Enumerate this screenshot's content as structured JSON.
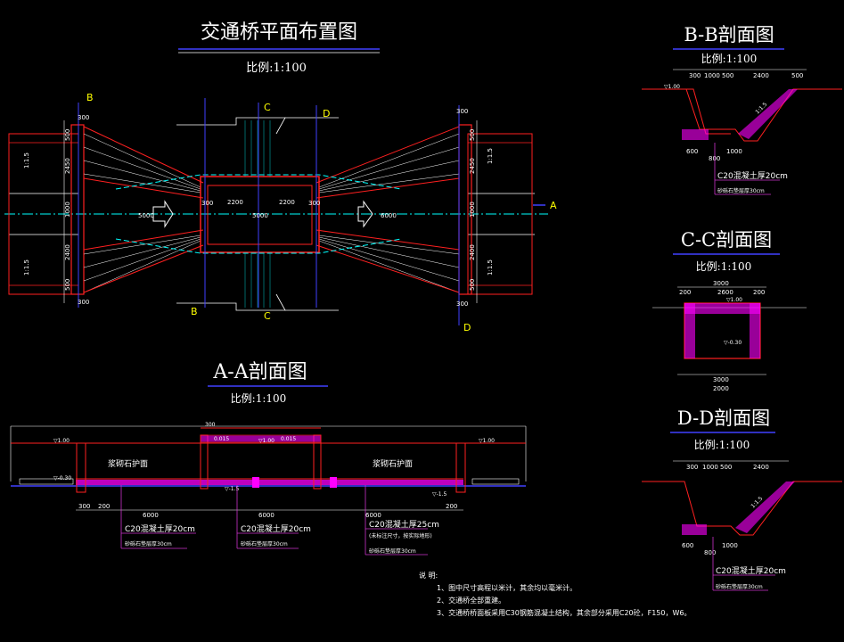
{
  "titles": {
    "plan": "交通桥平面布置图",
    "plan_scale": "比例:1:100",
    "aa": "A-A剖面图",
    "aa_scale": "比例:1:100",
    "bb": "B-B剖面图",
    "bb_scale": "比例:1:100",
    "cc": "C-C剖面图",
    "cc_scale": "比例:1:100",
    "dd": "D-D剖面图",
    "dd_scale": "比例:1:100"
  },
  "section_tags": {
    "a": "A",
    "b": "B",
    "c": "C",
    "d": "D"
  },
  "plan": {
    "slope": "1:1.5",
    "dims": {
      "d300": "300",
      "d500": "500",
      "d2450": "2450",
      "d1000": "1000",
      "d2400": "2400",
      "d5000": "5000",
      "d6000": "6000",
      "d2200": "2200"
    }
  },
  "aa_section": {
    "paving": "浆砌石护面",
    "d300": "300",
    "d200": "200",
    "d6000": "6000",
    "el_100": "▽1.00",
    "el_030": "▽-0.30",
    "el_15": "▽-1.5",
    "slab_grade": "0.015",
    "notes": {
      "c20_20": "C20混凝土厚20cm",
      "stone_30": "砂砾石垫层厚30cm",
      "c20_25": "C20混凝土厚25cm",
      "c20_25_sub": "(未标注尺寸，按实际地形)"
    }
  },
  "bb_section": {
    "dims_top": [
      "300",
      "1000",
      "500",
      "2400",
      "500"
    ],
    "dims_bottom": [
      "600",
      "800",
      "1000"
    ],
    "el_100": "▽1.00",
    "slope": "1:1.5",
    "c20": "C20混凝土厚20cm",
    "stone": "砂砾石垫层厚30cm"
  },
  "cc_section": {
    "dims_top": [
      "3000",
      "200",
      "2600",
      "200"
    ],
    "dims_bottom": [
      "3000",
      "2000"
    ],
    "el_100": "▽1.00",
    "el_030": "▽-0.30"
  },
  "dd_section": {
    "dims_top": [
      "300",
      "1000",
      "500",
      "2400"
    ],
    "dims_bottom": [
      "600",
      "800",
      "1000"
    ],
    "slope": "1:1.5",
    "c20": "C20混凝土厚20cm",
    "stone": "砂砾石垫层厚30cm"
  },
  "notes": {
    "title": "说  明:",
    "items": [
      "1、图中尺寸高程以米计，其余均以毫米计。",
      "2、交通桥全部重建。",
      "3、交通桥桥面板采用C30钢筋混凝土结构，其余部分采用C20砼，F150，W6。"
    ]
  },
  "colors": {
    "background": "#000000",
    "structure": "#ff2020",
    "centerline": "#00ffff",
    "dimension": "#ffffff",
    "tag": "#ffff00",
    "title_underline": "#4040ff",
    "fill": "#ff00ff",
    "leader": "#cc33cc"
  }
}
